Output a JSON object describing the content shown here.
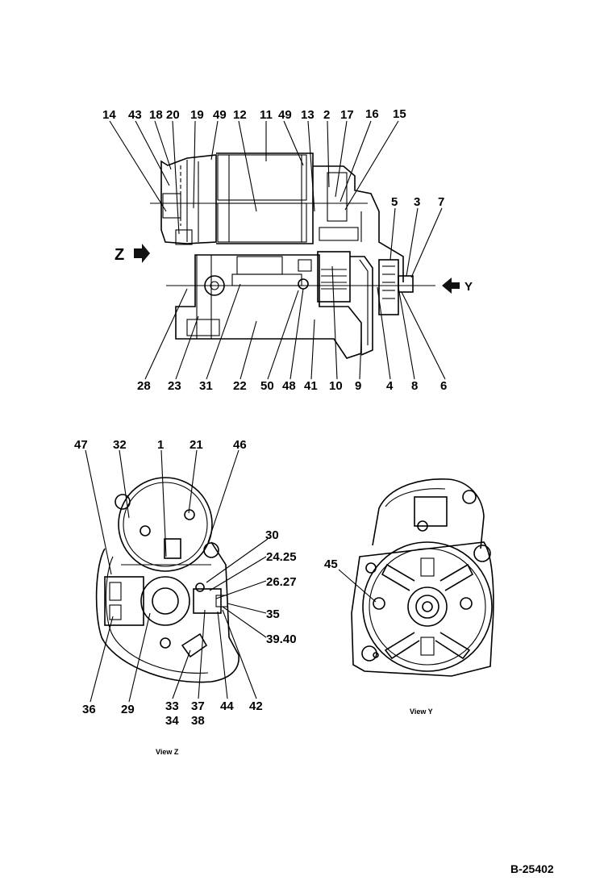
{
  "document_number": "B-25402",
  "side_view": {
    "callouts_top": [
      "14",
      "43",
      "18",
      "20",
      "19",
      "49",
      "12",
      "11",
      "49",
      "13",
      "2",
      "17",
      "16",
      "15"
    ],
    "callouts_right": [
      "5",
      "3",
      "7"
    ],
    "callouts_bottom": [
      "28",
      "23",
      "31",
      "22",
      "50",
      "48",
      "41",
      "10",
      "9",
      "4",
      "8",
      "6"
    ],
    "view_arrow_left": "Z",
    "view_arrow_right": "Y"
  },
  "view_z": {
    "caption": "View Z",
    "callouts_top": [
      "47",
      "32",
      "1",
      "21",
      "46"
    ],
    "callouts_right": [
      "30",
      "24.25",
      "26.27",
      "35",
      "39.40"
    ],
    "callouts_bottom": [
      "36",
      "29",
      "33",
      "34",
      "37",
      "38",
      "44",
      "42"
    ]
  },
  "view_y": {
    "caption": "View Y",
    "callouts": [
      "45"
    ]
  }
}
